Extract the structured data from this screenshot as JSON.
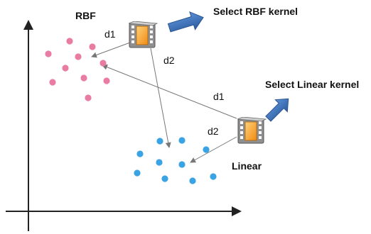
{
  "clusters": {
    "rbf": {
      "label": "RBF",
      "color": "#e87ca3"
    },
    "linear": {
      "label": "Linear",
      "color": "#3aa3e3"
    }
  },
  "distance_labels": {
    "top_d1": "d1",
    "top_d2": "d2",
    "bottom_d1": "d1",
    "bottom_d2": "d2"
  },
  "actions": {
    "select_rbf": "Select RBF kernel",
    "select_linear": "Select Linear kernel"
  },
  "colors": {
    "axis": "#222222",
    "connector": "#777777",
    "action_arrow": "#3f6fb5",
    "film_frame": "#8a8a8a",
    "film_orange": "#f39a1e"
  },
  "icons": [
    "film-strip-icon",
    "blue-arrow-icon"
  ]
}
